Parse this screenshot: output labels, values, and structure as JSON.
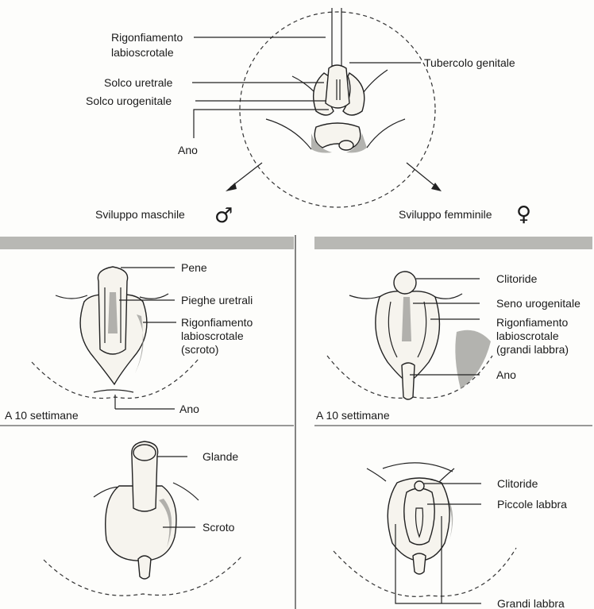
{
  "top": {
    "labels": {
      "labioscrotal_1": "Rigonfiamento",
      "labioscrotal_2": "labioscrotale",
      "urethral_groove": "Solco uretrale",
      "urogenital_groove": "Solco urogenitale",
      "anus": "Ano",
      "genital_tubercle": "Tubercolo genitale"
    }
  },
  "male": {
    "heading": "Sviluppo maschile",
    "symbol": "♂",
    "stage1": {
      "age": "A 10 settimane",
      "labels": {
        "penis": "Pene",
        "urethral_folds": "Pieghe uretrali",
        "swelling_1": "Rigonfiamento",
        "swelling_2": "labioscrotale",
        "swelling_3": "(scroto)",
        "anus": "Ano"
      }
    },
    "stage2": {
      "labels": {
        "glans": "Glande",
        "scrotum": "Scroto"
      }
    }
  },
  "female": {
    "heading": "Sviluppo femminile",
    "symbol": "♀",
    "stage1": {
      "age": "A 10 settimane",
      "labels": {
        "clitoris": "Clitoride",
        "urogenital_sinus": "Seno urogenitale",
        "swelling_1": "Rigonfiamento",
        "swelling_2": "labioscrotale",
        "swelling_3": "(grandi labbra)",
        "anus": "Ano"
      }
    },
    "stage2": {
      "labels": {
        "clitoris": "Clitoride",
        "labia_minora": "Piccole labbra",
        "labia_majora": "Grandi labbra"
      }
    }
  }
}
